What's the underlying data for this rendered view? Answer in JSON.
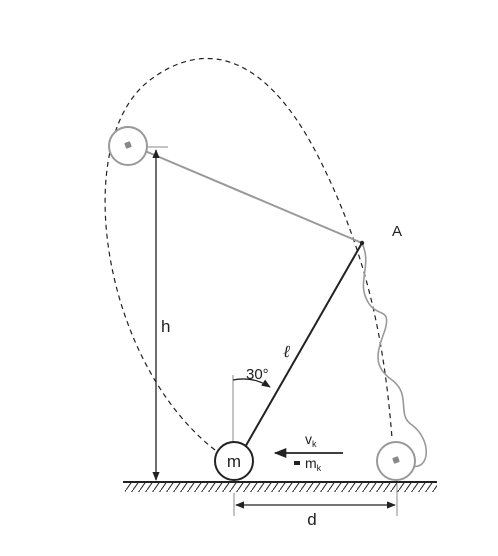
{
  "labels": {
    "point_a": "A",
    "height": "h",
    "length": "ℓ",
    "angle": "30°",
    "mass": "m",
    "velocity": "v",
    "velocity_sub": "k",
    "bullet_mass": "m",
    "bullet_mass_sub": "k",
    "distance": "d"
  },
  "colors": {
    "ink": "#222222",
    "gray_rope": "#9a9a9a",
    "ball_gray": "#888888"
  }
}
